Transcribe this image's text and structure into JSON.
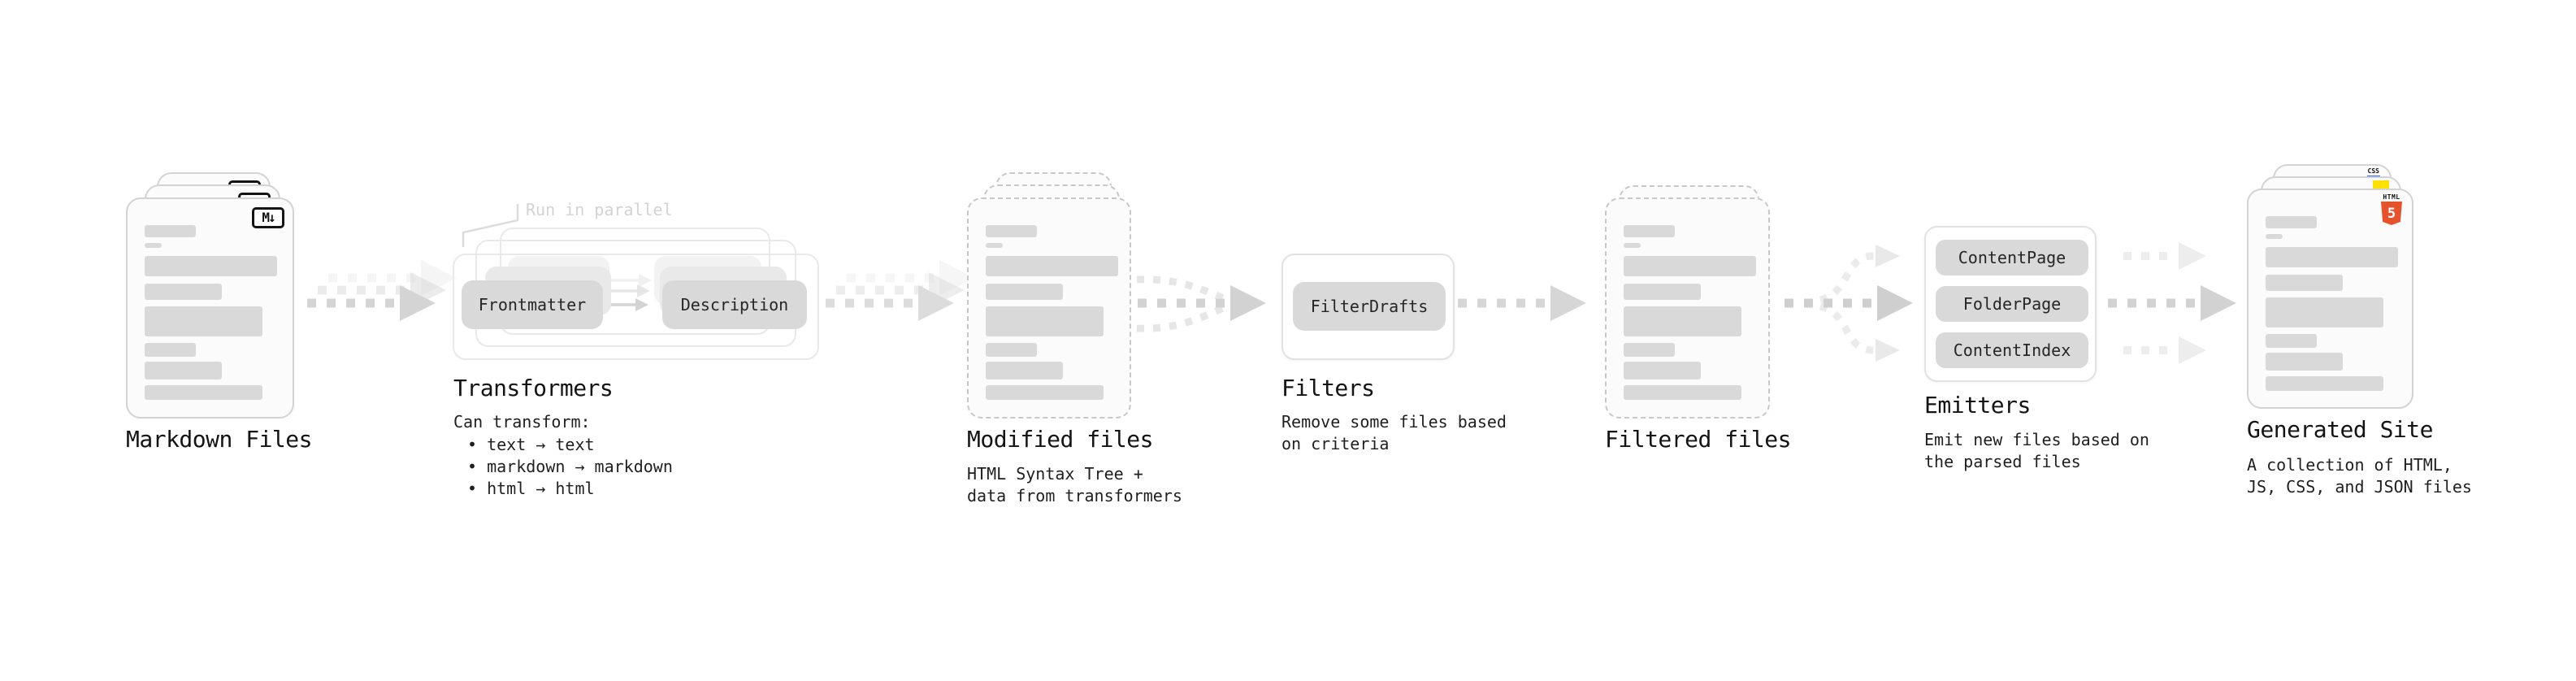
{
  "stages": {
    "markdown_files": {
      "title": "Markdown Files",
      "badge": "M↓"
    },
    "transformers": {
      "title": "Transformers",
      "parallel_note": "Run in parallel",
      "input_chip": "Frontmatter",
      "output_chip": "Description",
      "caption_heading": "Can transform:",
      "bullets": [
        "• text → text",
        "• markdown → markdown",
        "• html → html"
      ]
    },
    "modified_files": {
      "title": "Modified files",
      "caption": [
        "HTML Syntax Tree +",
        "data from transformers"
      ]
    },
    "filters": {
      "title": "Filters",
      "chip": "FilterDrafts",
      "caption": [
        "Remove some files based",
        "on criteria"
      ]
    },
    "filtered_files": {
      "title": "Filtered files"
    },
    "emitters": {
      "title": "Emitters",
      "chips": [
        "ContentPage",
        "FolderPage",
        "ContentIndex"
      ],
      "caption": [
        "Emit new files based on",
        "the parsed files"
      ]
    },
    "generated_site": {
      "title": "Generated Site",
      "caption": [
        "A collection of HTML,",
        "JS, CSS, and JSON files"
      ],
      "file_badges": {
        "css_label": "CSS",
        "html_label": "HTML",
        "html_number": "5"
      }
    }
  },
  "colors": {
    "html5_orange": "#e5532c",
    "js_yellow": "#ffe100",
    "css_blue": "#2e6bf0",
    "bar_gray": "#d9d9d9",
    "arrow_gray": "#d2d2d2",
    "note_gray": "#d3d3d3"
  }
}
